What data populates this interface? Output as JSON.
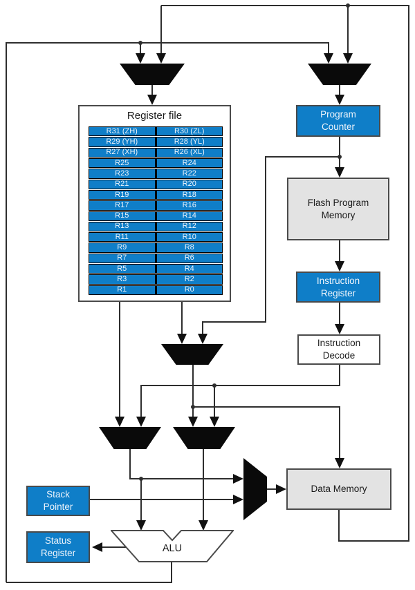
{
  "colors": {
    "accent_blue": "#0f7ec8",
    "box_gray": "#e3e3e3",
    "box_border": "#4a4a4a",
    "wire": "#2e2e2e",
    "arrow": "#111111",
    "mux": "#0a0a0a",
    "text_on_blue": "#eef4fb",
    "text_dark": "#1a1a1a"
  },
  "register_file": {
    "title": "Register file",
    "rows": [
      {
        "left": "R31 (ZH)",
        "right": "R30 (ZL)"
      },
      {
        "left": "R29 (YH)",
        "right": "R28 (YL)"
      },
      {
        "left": "R27 (XH)",
        "right": "R26 (XL)"
      },
      {
        "left": "R25",
        "right": "R24"
      },
      {
        "left": "R23",
        "right": "R22"
      },
      {
        "left": "R21",
        "right": "R20"
      },
      {
        "left": "R19",
        "right": "R18"
      },
      {
        "left": "R17",
        "right": "R16"
      },
      {
        "left": "R15",
        "right": "R14"
      },
      {
        "left": "R13",
        "right": "R12"
      },
      {
        "left": "R11",
        "right": "R10"
      },
      {
        "left": "R9",
        "right": "R8"
      },
      {
        "left": "R7",
        "right": "R6"
      },
      {
        "left": "R5",
        "right": "R4"
      },
      {
        "left": "R3",
        "right": "R2"
      },
      {
        "left": "R1",
        "right": "R0"
      }
    ]
  },
  "blocks": {
    "program_counter": "Program\nCounter",
    "flash_program_memory": "Flash Program\nMemory",
    "instruction_register": "Instruction\nRegister",
    "instruction_decode": "Instruction\nDecode",
    "data_memory": "Data Memory",
    "stack_pointer": "Stack\nPointer",
    "status_register": "Status\nRegister",
    "alu": "ALU"
  }
}
